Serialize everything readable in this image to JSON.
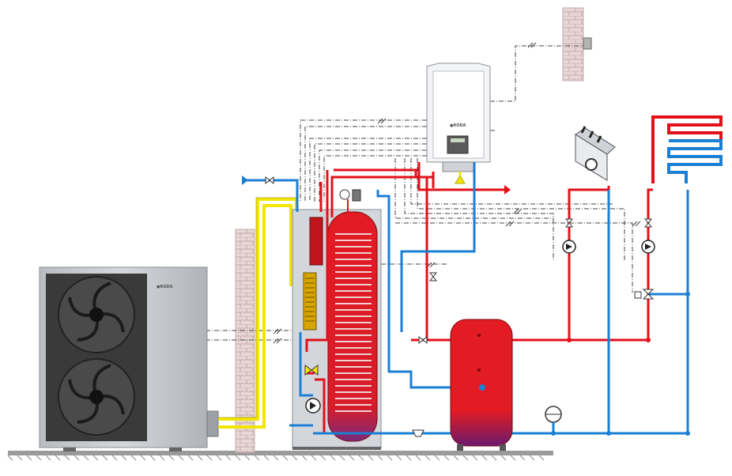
{
  "brand": {
    "logo_text": "●RODA",
    "logo_color": "#555555"
  },
  "colors": {
    "hot_pipe": "#e3101a",
    "cold_pipe": "#1b7fd4",
    "refrigerant_pipe": "#f2e600",
    "control_wire": "#444444",
    "wall_brick": "#e8d6d6",
    "wall_mortar": "#c4a9a9",
    "tank_red": "#e31b23",
    "tank_bottom": "#6b1a6e",
    "unit_body": "#c8cbcf",
    "unit_grille": "#2b2b2b",
    "ground": "#777777"
  },
  "components": [
    {
      "id": "outdoor-heat-pump",
      "kind": "unit"
    },
    {
      "id": "hydraulic-module-dhw-cylinder",
      "kind": "unit"
    },
    {
      "id": "wall-boiler",
      "kind": "unit"
    },
    {
      "id": "buffer-tank",
      "kind": "tank"
    },
    {
      "id": "fan-coil",
      "kind": "emitter"
    },
    {
      "id": "underfloor-heating-loop",
      "kind": "emitter"
    },
    {
      "id": "outdoor-temperature-sensor",
      "kind": "sensor"
    },
    {
      "id": "expansion-vessel",
      "kind": "vessel"
    },
    {
      "id": "mixing-valve",
      "kind": "valve"
    }
  ]
}
